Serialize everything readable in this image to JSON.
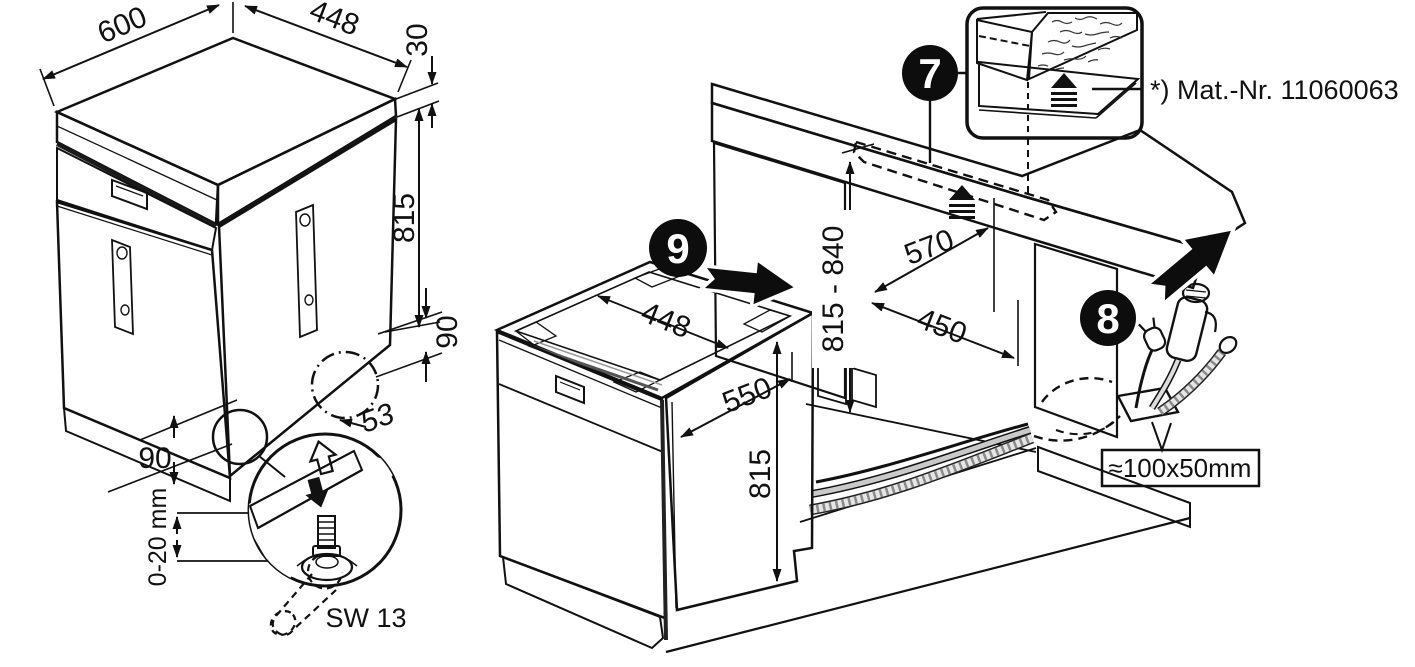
{
  "left_figure": {
    "dim_depth_top": "600",
    "dim_width_top": "448",
    "dim_worktop_thickness": "30",
    "dim_height": "815",
    "dim_base_side": "90",
    "dim_base_front": "90",
    "dim_adjust_range": "0-20 mm",
    "dim_rear_offset": "53",
    "wrench_size": "SW 13"
  },
  "right_figure": {
    "step_protective_strip": "7",
    "step_connections": "8",
    "step_slide_in": "9",
    "material_note": "*) Mat.-Nr. 11060063",
    "dim_top_width": "448",
    "dim_depth": "550",
    "dim_height": "815",
    "dim_niche_height": "815 - 840",
    "dim_niche_depth": "570",
    "dim_niche_width": "450",
    "dim_floor_opening": "≈100x50mm"
  },
  "colors": {
    "line": "#111111",
    "badge_bg": "#0d0d0d",
    "badge_fg": "#ffffff",
    "panel_gray": "#d5d5d5",
    "rail_gray": "#9e9e9e",
    "hatch_bg": "#e9e9e9"
  }
}
